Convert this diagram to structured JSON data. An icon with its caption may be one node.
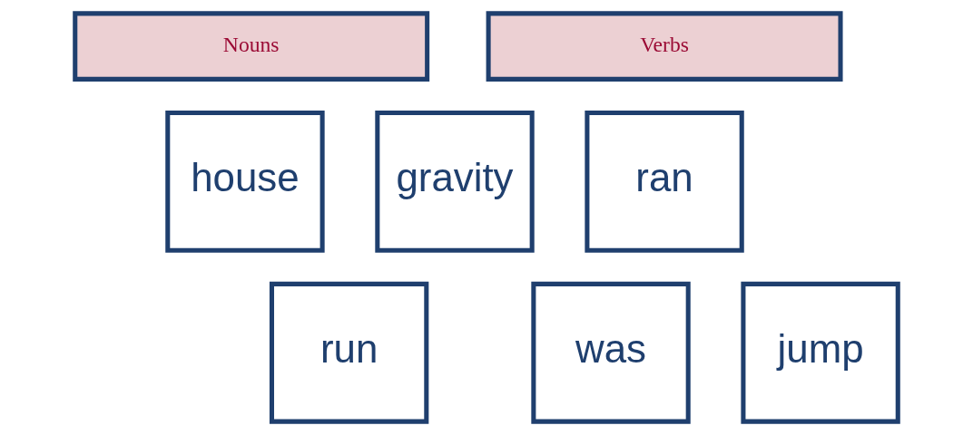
{
  "diagram": {
    "nodes": [
      {
        "text": [
          "Nouns"
        ]
      },
      {
        "text": [
          "Verbs"
        ]
      },
      {
        "text": [
          "house"
        ]
      },
      {
        "text": [
          "gravity"
        ]
      },
      {
        "text": [
          "ran"
        ]
      },
      {
        "text": [
          "run"
        ]
      },
      {
        "text": [
          "was"
        ]
      },
      {
        "text": [
          "jump"
        ]
      }
    ]
  }
}
